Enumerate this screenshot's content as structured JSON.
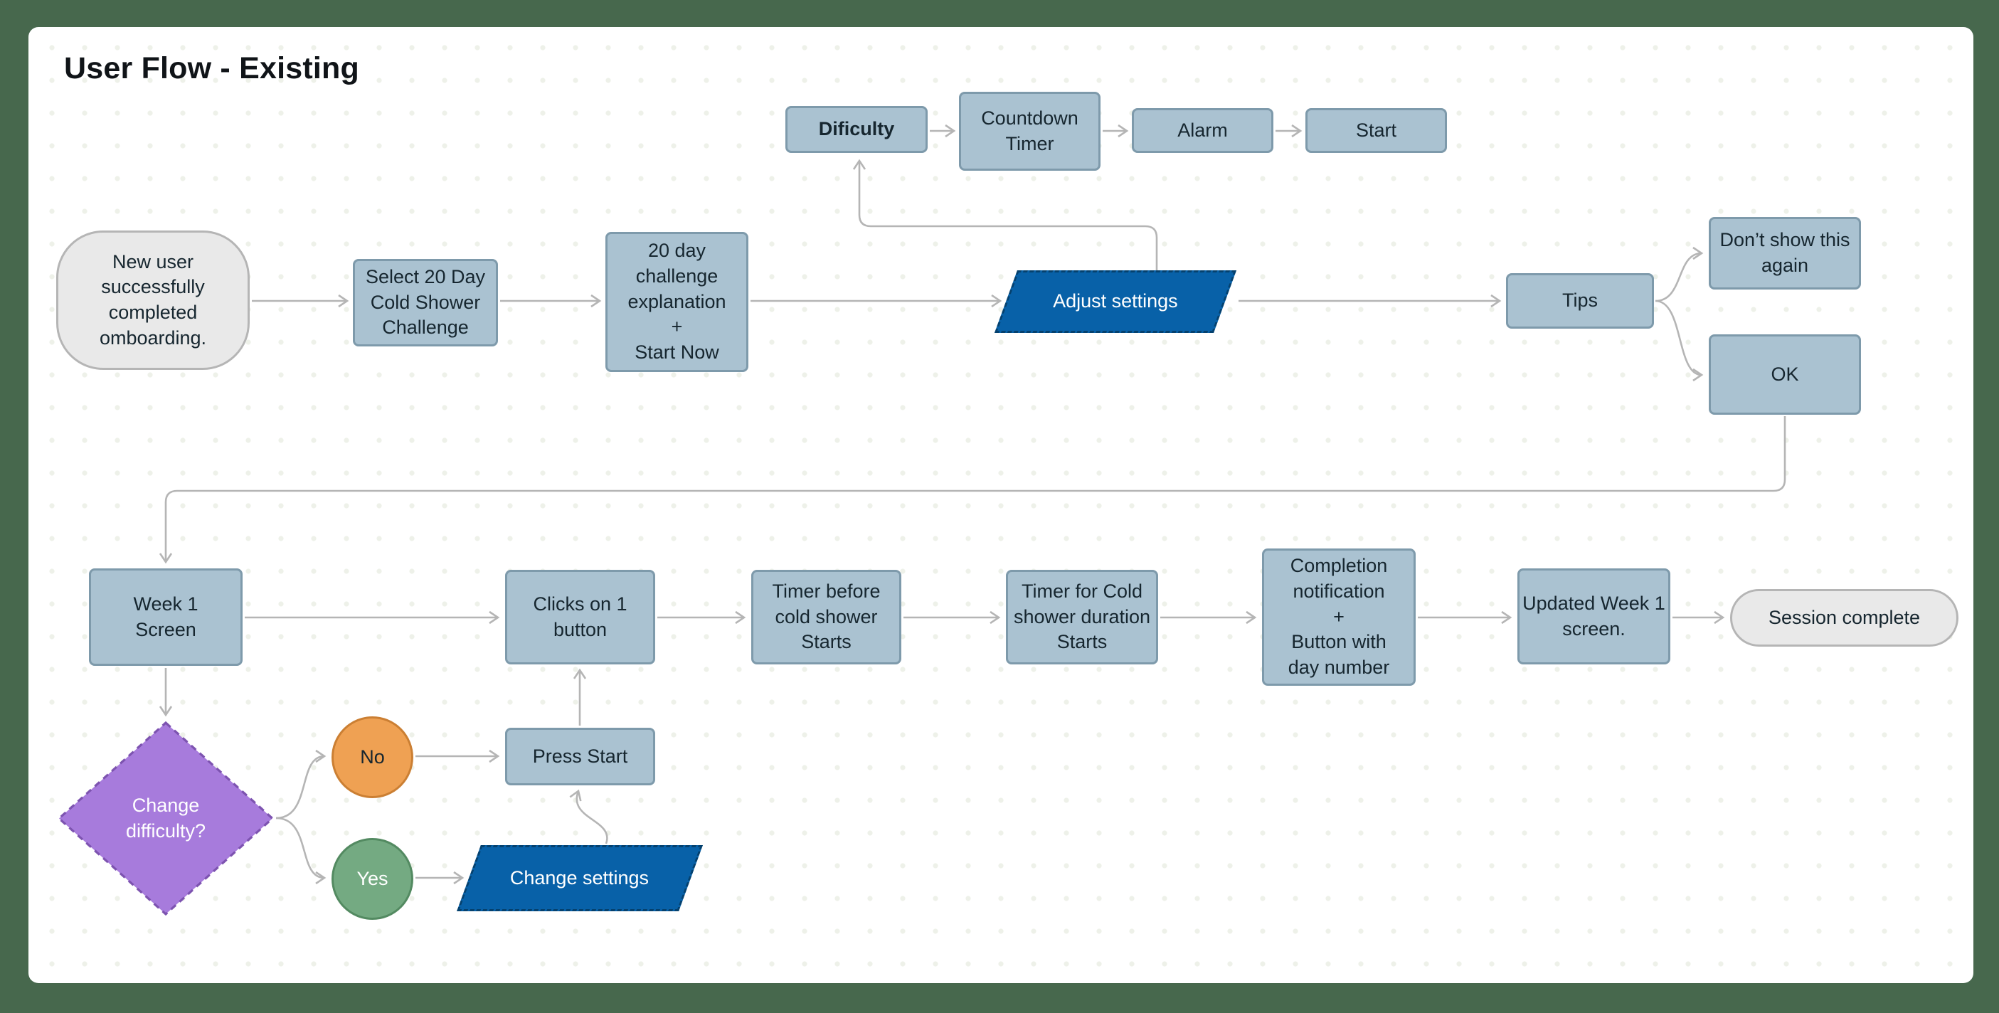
{
  "title": "User Flow - Existing",
  "colors": {
    "frame_green": "#47684d",
    "canvas": "#ffffff",
    "process_fill": "#aac2d1",
    "process_border": "#7e9aab",
    "terminator_fill": "#e9e9e9",
    "terminator_border": "#b5b5b5",
    "action_blue_fill": "#0861a8",
    "action_blue_border": "#05416e",
    "decision_purple_fill": "#a77bdc",
    "decision_purple_border": "#7d53b0",
    "no_orange_fill": "#efa153",
    "no_orange_border": "#cb7f33",
    "yes_green_fill": "#74aa82",
    "yes_green_border": "#538a61",
    "connector_gray": "#b5b5b5",
    "text_dark": "#16262f",
    "text_light": "#ffffff"
  },
  "nodes": {
    "difficulty": {
      "label": "Dificulty",
      "type": "process"
    },
    "countdown_timer": {
      "label": "Countdown\nTimer",
      "type": "process"
    },
    "alarm": {
      "label": "Alarm",
      "type": "process"
    },
    "start": {
      "label": "Start",
      "type": "process"
    },
    "new_user": {
      "label": "New user\nsuccessfully\ncompleted\nomboarding.",
      "type": "terminator"
    },
    "select_challenge": {
      "label": "Select 20 Day\nCold Shower\nChallenge",
      "type": "process"
    },
    "challenge_explanation": {
      "label": "20 day\nchallenge\nexplanation\n+\nStart Now",
      "type": "process"
    },
    "adjust_settings": {
      "label": "Adjust settings",
      "type": "action"
    },
    "tips": {
      "label": "Tips",
      "type": "process"
    },
    "dont_show_again": {
      "label": "Don’t show this\nagain",
      "type": "process"
    },
    "ok": {
      "label": "OK",
      "type": "process"
    },
    "week1_screen": {
      "label": "Week 1\nScreen",
      "type": "process"
    },
    "clicks_button": {
      "label": "Clicks on 1\nbutton",
      "type": "process"
    },
    "timer_before": {
      "label": "Timer before\ncold shower\nStarts",
      "type": "process"
    },
    "timer_duration": {
      "label": "Timer for Cold\nshower duration\nStarts",
      "type": "process"
    },
    "completion": {
      "label": "Completion\nnotification\n+\nButton with\nday number",
      "type": "process"
    },
    "updated_week1": {
      "label": "Updated Week 1\nscreen.",
      "type": "process"
    },
    "session_complete": {
      "label": "Session complete",
      "type": "terminator"
    },
    "change_difficulty": {
      "label": "Change\ndifficulty?",
      "type": "decision"
    },
    "no": {
      "label": "No",
      "type": "circle"
    },
    "yes": {
      "label": "Yes",
      "type": "circle"
    },
    "press_start": {
      "label": "Press Start",
      "type": "process"
    },
    "change_settings": {
      "label": "Change settings",
      "type": "action"
    }
  }
}
